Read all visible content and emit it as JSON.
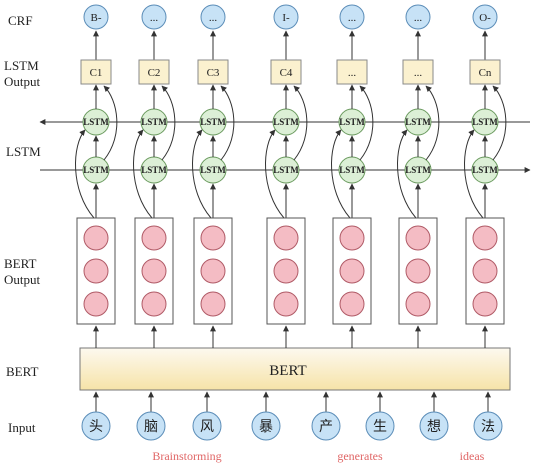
{
  "row_labels": {
    "crf": "CRF",
    "lstm_output_1": "LSTM",
    "lstm_output_2": "Output",
    "lstm": "LSTM",
    "bert_output_1": "BERT",
    "bert_output_2": "Output",
    "bert": "BERT",
    "input": "Input"
  },
  "crf_tags": [
    "B-",
    "...",
    "...",
    "I-",
    "...",
    "...",
    "O-"
  ],
  "lstm_outputs": [
    "C1",
    "C2",
    "C3",
    "C4",
    "...",
    "...",
    "Cn"
  ],
  "lstm_cell_label": "LSTM",
  "bert_box_label": "BERT",
  "input_chars": [
    "头",
    "脑",
    "风",
    "暴",
    "产",
    "生",
    "想",
    "法"
  ],
  "translations": [
    "Brainstorming",
    "generates",
    "ideas"
  ],
  "colors": {
    "crf_node": "#c7e2f6",
    "output_box": "#fbf1cf",
    "lstm_node": "#dcefd6",
    "bert_node": "#f4bcc4",
    "bert_box_top": "#fbf7ec",
    "bert_box_bottom": "#f7e6b2",
    "input_node": "#c7e2f6",
    "translation_text": "#e06666",
    "line": "#333333"
  }
}
